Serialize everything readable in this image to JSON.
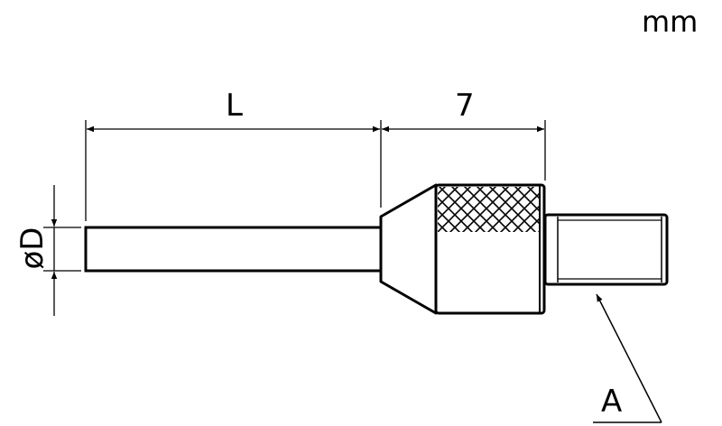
{
  "units": "mm",
  "dimensions": {
    "length_label": "L",
    "body_length_label": "7",
    "diameter_label": "øD"
  },
  "callout": {
    "label": "A"
  },
  "colors": {
    "line": "#000000",
    "background": "#ffffff"
  }
}
